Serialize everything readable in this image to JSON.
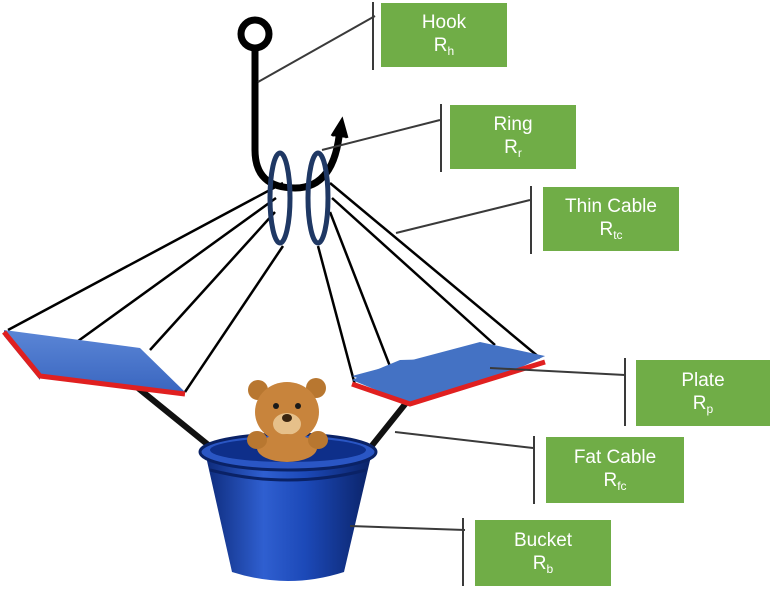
{
  "components": [
    {
      "key": "hook",
      "name": "Hook",
      "symbol": "R",
      "sub": "h"
    },
    {
      "key": "ring",
      "name": "Ring",
      "symbol": "R",
      "sub": "r"
    },
    {
      "key": "thin_cable",
      "name": "Thin Cable",
      "symbol": "R",
      "sub": "tc"
    },
    {
      "key": "plate",
      "name": "Plate",
      "symbol": "R",
      "sub": "p"
    },
    {
      "key": "fat_cable",
      "name": "Fat Cable",
      "symbol": "R",
      "sub": "fc"
    },
    {
      "key": "bucket",
      "name": "Bucket",
      "symbol": "R",
      "sub": "b"
    }
  ],
  "colors": {
    "label_bg": "#70ad47",
    "label_text": "#ffffff",
    "plate_top": "#4472c4",
    "plate_edge": "#e02020",
    "ring": "#1f3864",
    "bucket": "#1f4fb0",
    "hook": "#000000",
    "teddy": "#c8843c"
  },
  "icons": {
    "hook": "hook-icon",
    "rings": "ring-icon",
    "bucket": "bucket-icon",
    "teddy": "teddy-bear-icon"
  }
}
